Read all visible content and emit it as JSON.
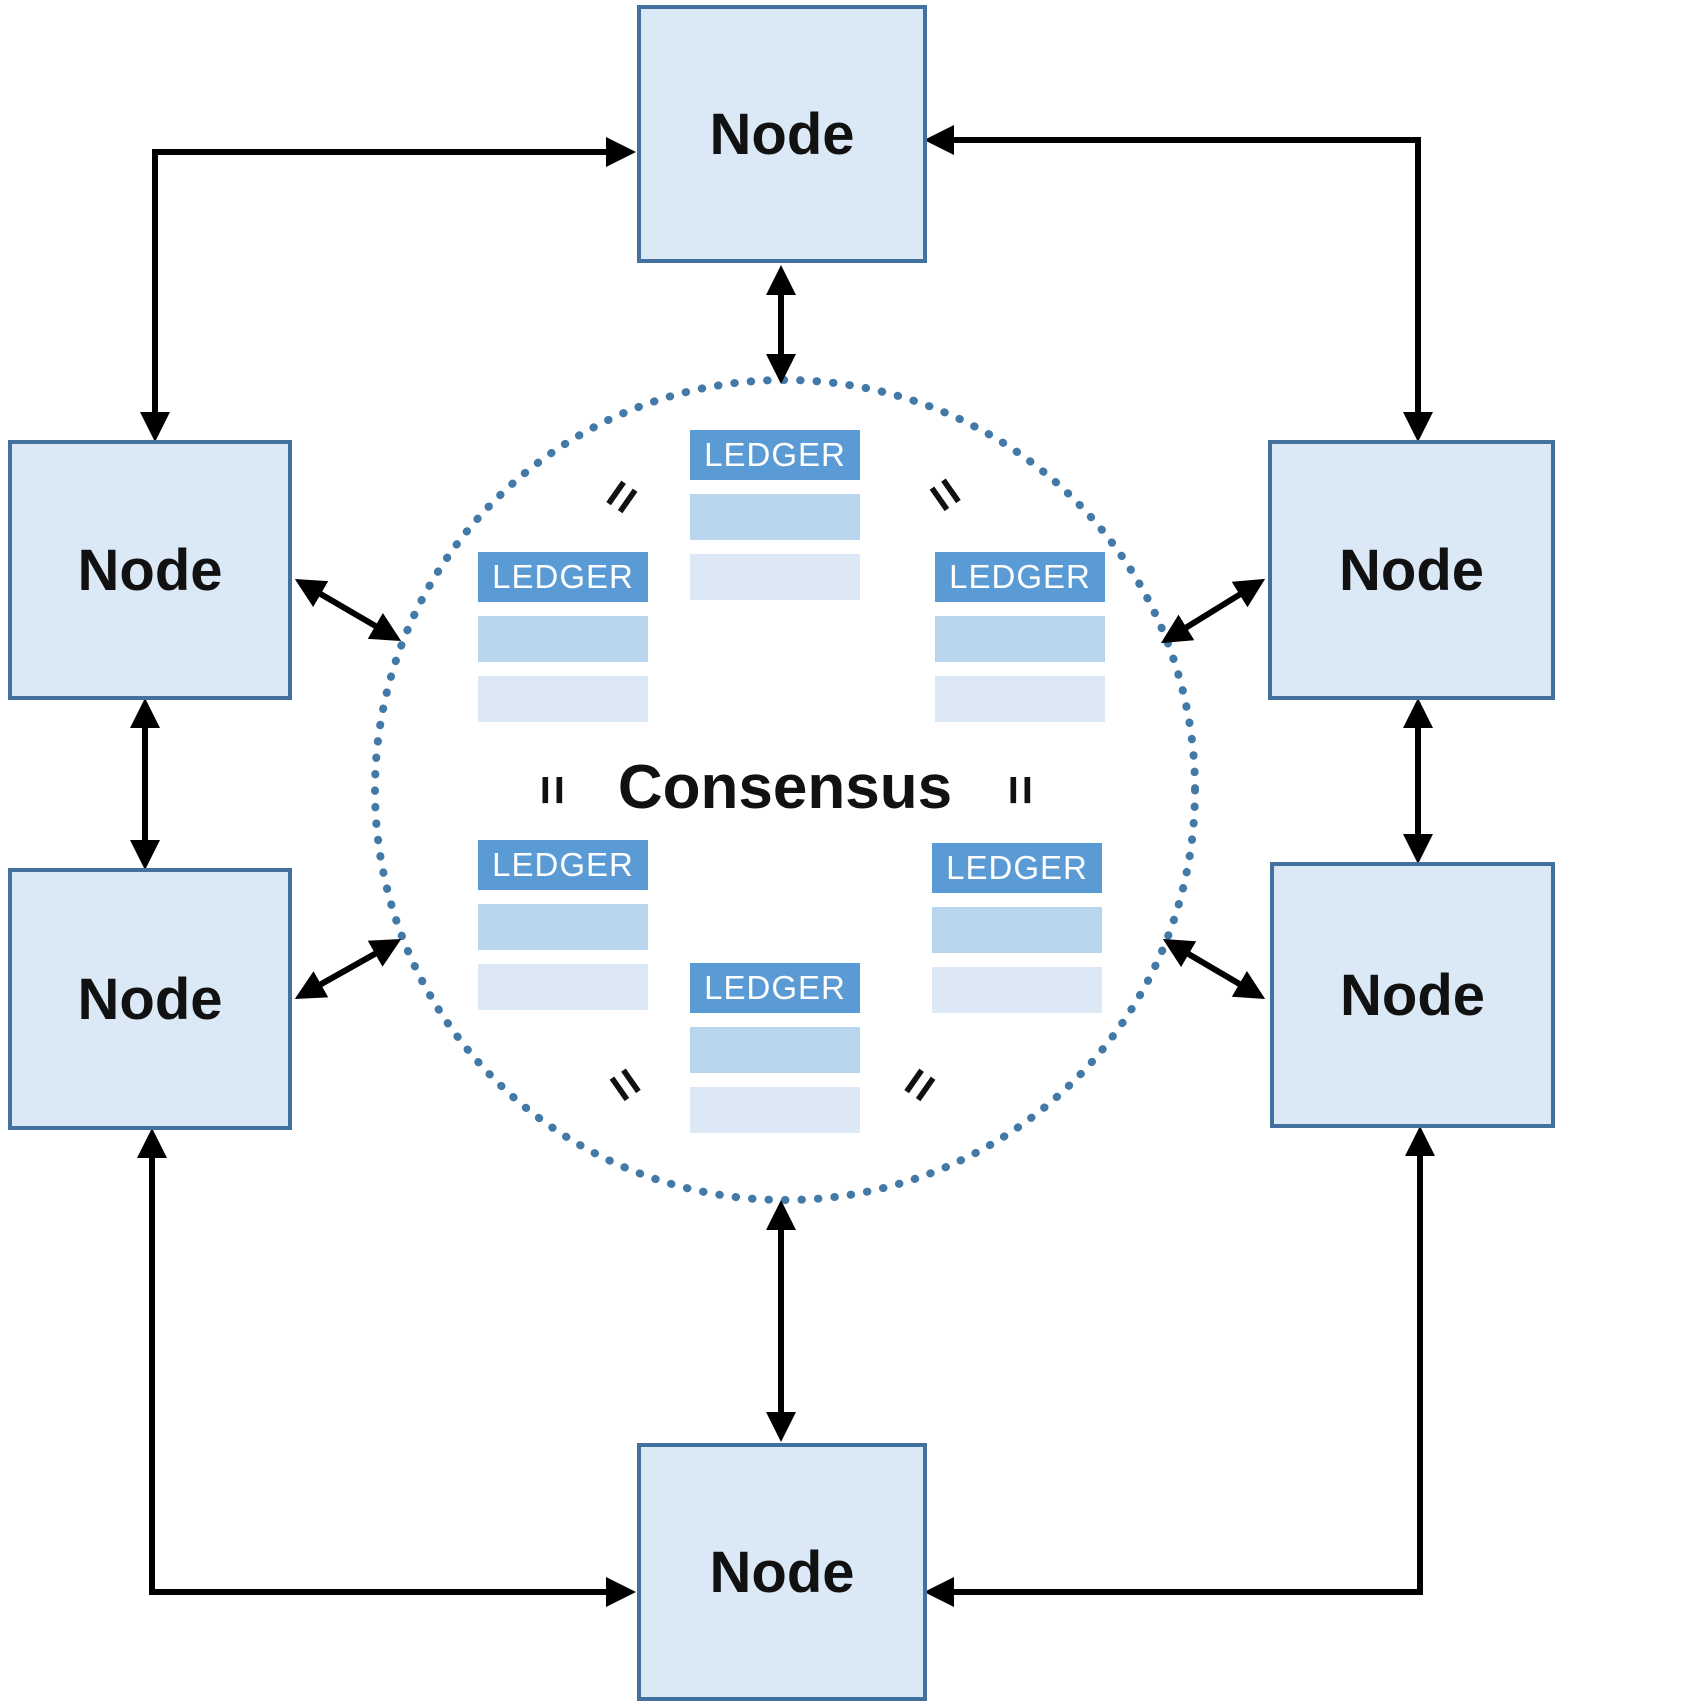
{
  "diagram": {
    "consensus_label": "Consensus",
    "equals_symbol": "=",
    "nodes": [
      {
        "id": "top",
        "label": "Node"
      },
      {
        "id": "upper-left",
        "label": "Node"
      },
      {
        "id": "upper-right",
        "label": "Node"
      },
      {
        "id": "lower-left",
        "label": "Node"
      },
      {
        "id": "lower-right",
        "label": "Node"
      },
      {
        "id": "bottom",
        "label": "Node"
      }
    ],
    "ledgers": [
      {
        "id": "top",
        "label": "LEDGER"
      },
      {
        "id": "upper-left",
        "label": "LEDGER"
      },
      {
        "id": "upper-right",
        "label": "LEDGER"
      },
      {
        "id": "lower-left",
        "label": "LEDGER"
      },
      {
        "id": "lower-right",
        "label": "LEDGER"
      },
      {
        "id": "bottom",
        "label": "LEDGER"
      }
    ],
    "colors": {
      "node_fill": "#dbe9f7",
      "node_border": "#41719c",
      "ledger_header": "#5b9bd5",
      "ledger_row1": "#b9d5ee",
      "ledger_row2": "#dce8f6",
      "circle": "#4379a7",
      "arrow": "#000000"
    }
  }
}
